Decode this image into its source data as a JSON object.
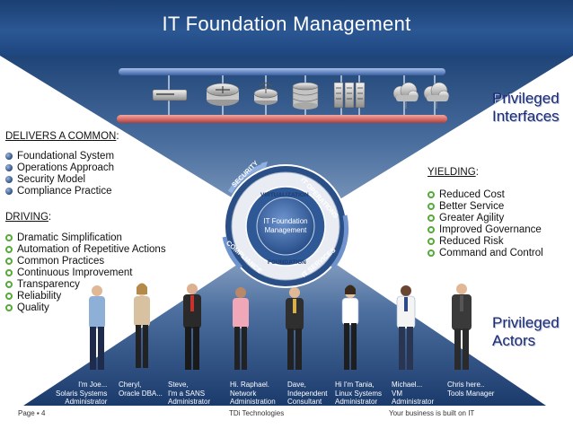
{
  "title": "IT Foundation Management",
  "privileged_interfaces": [
    "Privileged",
    "Interfaces"
  ],
  "privileged_actors": [
    "Privileged",
    "Actors"
  ],
  "delivers": {
    "heading": "DELIVERS A COMMON",
    "suffix": ":",
    "items": [
      "Foundational System",
      "Operations Approach",
      "Security Model",
      "Compliance Practice"
    ]
  },
  "driving": {
    "heading": "DRIVING",
    "suffix": ":",
    "items": [
      "Dramatic Simplification",
      "Automation of Repetitive Actions",
      "Common Practices",
      "Continuous Improvement",
      "Transparency",
      "Reliability",
      "Quality"
    ]
  },
  "yielding": {
    "heading": "YIELDING",
    "suffix": ":",
    "items": [
      "Reduced Cost",
      "Better Service",
      "Greater Agility",
      "Improved Governance",
      "Reduced Risk",
      "Command and Control"
    ]
  },
  "wheel": {
    "center": [
      "IT Foundation",
      "Management"
    ],
    "segments": [
      "SECURITY",
      "VIRTUALIZATION",
      "IT OPERATIONS",
      "COMPLIANCE",
      "FOUNDATION",
      "IT SERVICES"
    ]
  },
  "devices": [
    "router-icon",
    "switch-icon",
    "wireless-access-point-icon",
    "database-icon",
    "server-rack-icon",
    "cloud-icon"
  ],
  "people": [
    {
      "label": "I'm Joe...\nSolaris Systems\nAdministrator",
      "shirt": "#8fb0d6",
      "pants": "#1f2b4a"
    },
    {
      "label": "Cheryl,\nOracle DBA...",
      "shirt": "#d7c1a0",
      "pants": "#222222"
    },
    {
      "label": "Steve,\nI'm a SANS\nAdministrator",
      "shirt": "#2a2a2a",
      "pants": "#1a1a1a"
    },
    {
      "label": "Hi. Raphael.\nNetwork\nAdministration",
      "shirt": "#f0a8b8",
      "pants": "#222222"
    },
    {
      "label": "Dave,\nIndependent\nConsultant",
      "shirt": "#2f2f2f",
      "pants": "#222222"
    },
    {
      "label": "Hi I'm Tania,\nLinux Systems\nAdministrator",
      "shirt": "#ffffff",
      "pants": "#1e1e1e"
    },
    {
      "label": "Michael...\nVM\nAdministrator",
      "shirt": "#f4f4f4",
      "pants": "#2a3552"
    },
    {
      "label": "Chris here..\nTools Manager",
      "shirt": "#3a3a3a",
      "pants": "#2b2b2b"
    }
  ],
  "footer": {
    "page": "Page ▪ 4",
    "company": "TDi Technologies",
    "tagline": "Your business is built on IT"
  },
  "colors": {
    "header": "#254f8a",
    "funnel": "#2f5a8f",
    "blue_pipe": "#6d8fc9",
    "red_pipe": "#d9706c",
    "wheel_ring": "#3b5f9a",
    "privileged_text": "#1a2a73",
    "bullet_green": "#56a93a"
  }
}
